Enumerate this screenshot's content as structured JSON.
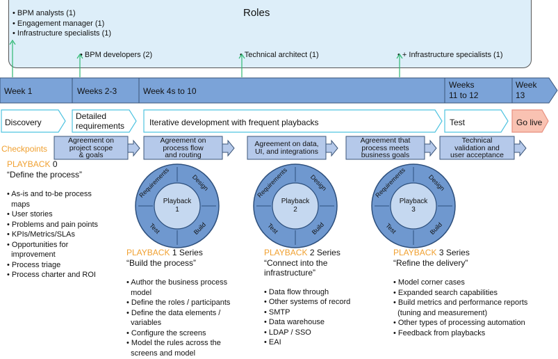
{
  "roles": {
    "title": "Roles",
    "left_list": [
      "• BPM analysts (1)",
      "• Engagement manager (1)",
      "• Infrastructure specialists (1)"
    ],
    "bpm_developers": "• BPM developers (2)",
    "technical_architect": "• Technical architect (1)",
    "infra_specialists_plus": "• + Infrastructure specialists (1)"
  },
  "weeks": [
    "Week 1",
    "Weeks 2-3",
    "Week 4s to 10",
    "Weeks\n11 to 12",
    "Week\n13"
  ],
  "phases": [
    "Discovery",
    "Detailed\nrequirements",
    "Iterative development with frequent playbacks",
    "Test",
    "Go live"
  ],
  "checkpoints": {
    "label": "Checkpoints",
    "items": [
      "Agreement on\nproject scope\n& goals",
      "Agreement on\nprocess flow\nand routing",
      "Agreement on data,\nUI, and integrations",
      "Agreement that\nprocess meets\nbusiness goals",
      "Technical\nvalidation and\nuser acceptance"
    ]
  },
  "cycle": {
    "segments": [
      "Requirements",
      "Design",
      "Build",
      "Test"
    ],
    "centers": [
      "Playback\n1",
      "Playback\n2",
      "Playback\n3"
    ]
  },
  "playbacks": [
    {
      "keyword": "PLAYBACK",
      "suffix": " 0",
      "subtitle": "“Define the process”",
      "bullets": [
        "• As-is and to-be process\n  maps",
        "• User stories",
        "• Problems and pain points",
        "• KPIs/Metrics/SLAs",
        "• Opportunities for\n  improvement",
        "• Process triage",
        "• Process charter and ROI"
      ]
    },
    {
      "keyword": "PLAYBACK",
      "suffix": " 1 Series",
      "subtitle": "“Build the process”",
      "bullets": [
        "• Author the business process\n  model",
        "• Define the roles / participants",
        "• Define the data elements /\n  variables",
        "• Configure the screens",
        "• Model the rules across the\n  screens and model"
      ]
    },
    {
      "keyword": "PLAYBACK",
      "suffix": " 2 Series",
      "subtitle": "“Connect into the\ninfrastructure”",
      "bullets": [
        "• Data flow through",
        "• Other systems of record",
        "• SMTP",
        "• Data warehouse",
        "• LDAP / SSO",
        "• EAI"
      ]
    },
    {
      "keyword": "PLAYBACK",
      "suffix": " 3 Series",
      "subtitle": "“Refine the delivery”",
      "bullets": [
        "• Model corner cases",
        "• Expanded search capabilities",
        "• Build metrics and performance reports\n  (tuning and measurement)",
        "• Other types of processing automation",
        "• Feedback from playbacks"
      ]
    }
  ],
  "colors": {
    "week_bar": "#7ba3d8",
    "phase_border": "#4fc3e0",
    "go_live": "#f9c2b2",
    "checkpoint": "#b5c9ea",
    "cycle": "#6f98cf",
    "inner": "#c5d8f0",
    "orange": "#f0a030",
    "arrow": "#2eb872"
  }
}
